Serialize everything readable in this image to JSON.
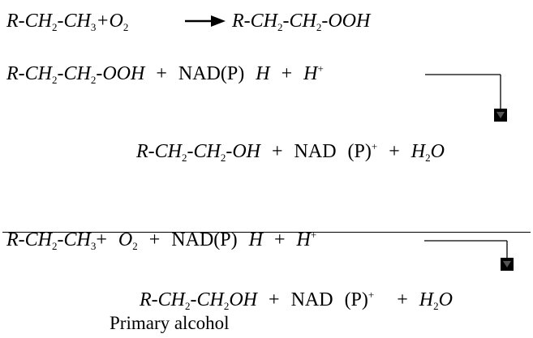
{
  "equation_1": {
    "reactant": "R-CH",
    "reactant_sub": "2",
    "reactant_b": "-CH",
    "reactant_b_sub": "3",
    "plus": "+O",
    "plus_sub": "2",
    "product": "R-CH",
    "product_sub": "2",
    "product_b": "-CH",
    "product_b_sub": "2",
    "product_c": "-OOH"
  },
  "equation_2": {
    "a": "R-CH",
    "a_sub": "2",
    "b": "-CH",
    "b_sub": "2",
    "c": "-OOH",
    "plus1": "+",
    "nad": "NAD(P)",
    "h": "H",
    "plus2": "+",
    "hplus": "H",
    "hplus_sup": "+"
  },
  "product_2": {
    "a": "R-CH",
    "a_sub": "2",
    "b": "-CH",
    "b_sub": "2",
    "c": "-OH",
    "plus1": "+",
    "nad": "NAD",
    "nad_p": "(P)",
    "nad_sup": "+",
    "plus2": "+",
    "water": "H",
    "water_sub": "2",
    "water_b": "O"
  },
  "equation_3": {
    "a": "R-CH",
    "a_sub": "2",
    "b": "-CH",
    "b_sub": "3",
    "plus0": "+",
    "o2": "O",
    "o2_sub": "2",
    "plus1": "+",
    "nad": "NAD(P)",
    "h": "H",
    "plus2": "+",
    "hplus": "H",
    "hplus_sup": "+"
  },
  "product_3": {
    "a": "R-CH",
    "a_sub": "2",
    "b": "-CH",
    "b_sub": "2",
    "c": "OH",
    "plus1": "+",
    "nad": "NAD",
    "nad_p": "(P)",
    "nad_sup": "+",
    "plus2": "+",
    "water": "H",
    "water_sub": "2",
    "water_b": "O"
  },
  "caption": "Primary alcohol"
}
